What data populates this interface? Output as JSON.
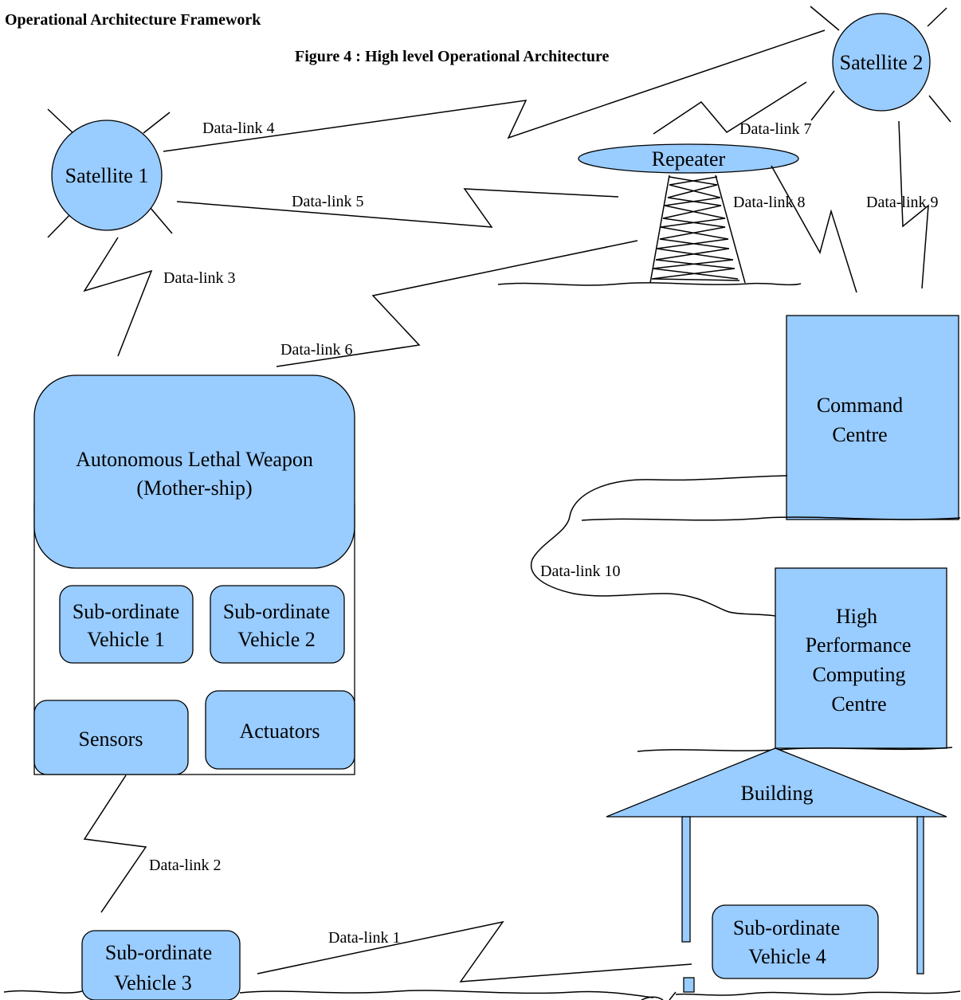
{
  "header": {
    "framework_title": "Operational Architecture Framework",
    "figure_caption": "Figure 4 : High level Operational Architecture"
  },
  "nodes": {
    "satellite_1": "Satellite 1",
    "satellite_2": "Satellite 2",
    "repeater": "Repeater",
    "mothership_line1": "Autonomous Lethal Weapon",
    "mothership_line2": "(Mother-ship)",
    "subvehicle1_line1": "Sub-ordinate",
    "subvehicle1_line2": "Vehicle 1",
    "subvehicle2_line1": "Sub-ordinate",
    "subvehicle2_line2": "Vehicle 2",
    "sensors": "Sensors",
    "actuators": "Actuators",
    "command_line1": "Command",
    "command_line2": "Centre",
    "hpc_line1": "High",
    "hpc_line2": "Performance",
    "hpc_line3": "Computing",
    "hpc_line4": "Centre",
    "building": "Building",
    "subvehicle3_line1": "Sub-ordinate",
    "subvehicle3_line2": "Vehicle 3",
    "subvehicle4_line1": "Sub-ordinate",
    "subvehicle4_line2": "Vehicle 4"
  },
  "links": {
    "link1": "Data-link 1",
    "link2": "Data-link 2",
    "link3": "Data-link 3",
    "link4": "Data-link 4",
    "link5": "Data-link 5",
    "link6": "Data-link 6",
    "link7": "Data-link 7",
    "link8": "Data-link 8",
    "link9": "Data-link 9",
    "link10": "Data-link 10"
  },
  "colors": {
    "node_fill": "#99ccff",
    "outline": "#000000"
  }
}
